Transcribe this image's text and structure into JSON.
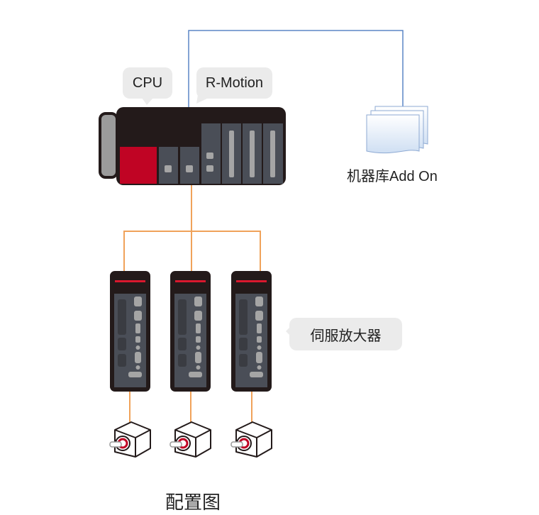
{
  "diagram": {
    "caption": "配置图",
    "labels": {
      "cpu": "CPU",
      "r_motion": "R-Motion",
      "library": "机器库Add On",
      "servo_amplifier": "伺服放大器"
    },
    "components": {
      "plc_rack": {
        "modules": [
          "power",
          "cpu",
          "module-1",
          "r-motion",
          "io-1",
          "io-2",
          "io-3",
          "io-4"
        ]
      },
      "servo_amplifiers": [
        "servo-amplifier-1",
        "servo-amplifier-2",
        "servo-amplifier-3"
      ],
      "servo_motors": [
        "servo-motor-1",
        "servo-motor-2",
        "servo-motor-3"
      ]
    },
    "connections": [
      {
        "from": "r-motion",
        "to": "library",
        "kind": "software"
      },
      {
        "from": "r-motion",
        "to": "servo-amplifiers",
        "kind": "network"
      },
      {
        "from": "servo-amplifier",
        "to": "servo-motor",
        "kind": "cable"
      }
    ],
    "colors": {
      "software_link": "#5b86c6",
      "network_link": "#f0a25a",
      "cpu_red": "#c00424",
      "module_dark": "#231a1a",
      "module_grey": "#4a4e57",
      "bubble_bg": "#ebebeb"
    }
  }
}
